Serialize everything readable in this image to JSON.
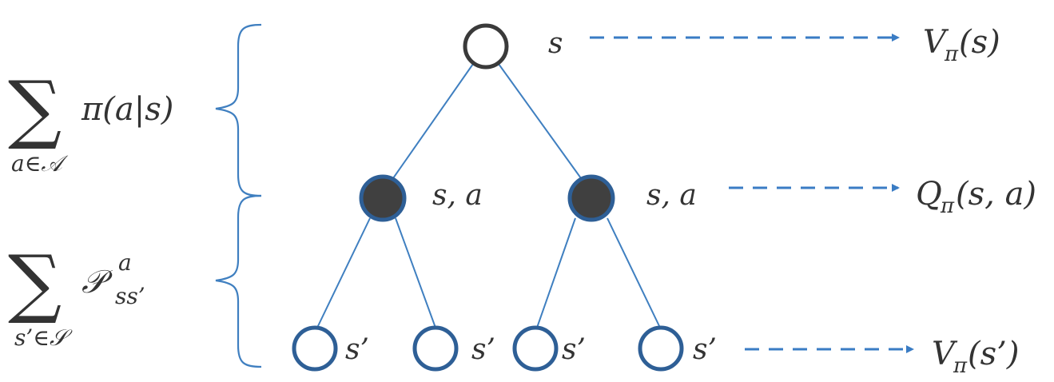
{
  "colors": {
    "edge": "#3f7fc0",
    "brace": "#3f7fc0",
    "arrow": "#3a7cc4",
    "root_stroke": "#3a3a3a",
    "node_blue_stroke": "#2e5f96",
    "action_fill": "#404040",
    "text": "#333333"
  },
  "tree": {
    "root": {
      "label": "s"
    },
    "actions": [
      {
        "label": "s, a"
      },
      {
        "label": "s, a"
      }
    ],
    "leaves": [
      {
        "label": "s’"
      },
      {
        "label": "s’"
      },
      {
        "label": "s’"
      },
      {
        "label": "s’"
      }
    ]
  },
  "annotations": {
    "policy_sum": {
      "sigma": "∑",
      "subscript": "a∈𝒜",
      "term": "π(a|s)"
    },
    "transition_sum": {
      "sigma": "∑",
      "subscript": "s’∈𝒮",
      "term_base": "𝒫",
      "term_sup": "a",
      "term_sub": "ss’"
    }
  },
  "outputs": {
    "state_value": {
      "base": "V",
      "sub": "π",
      "arg": "(s)"
    },
    "action_value": {
      "base": "Q",
      "sub": "π",
      "arg": "(s, a)"
    },
    "next_state_value": {
      "base": "V",
      "sub": "π",
      "arg": "(s’)"
    }
  }
}
